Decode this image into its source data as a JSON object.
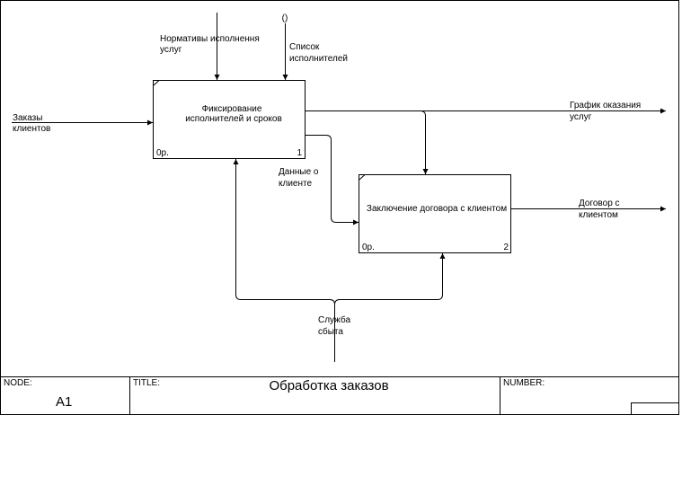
{
  "diagram": {
    "tunnel_marker": "()",
    "boxes": [
      {
        "id": "box-1",
        "line1": "Фиксирование",
        "line2": "исполнителей и сроков",
        "cost": "0р.",
        "number": "1"
      },
      {
        "id": "box-2",
        "line1": "Заключение договора с клиентом",
        "cost": "0р.",
        "number": "2"
      }
    ],
    "arrows": {
      "orders": {
        "line1": "Заказы",
        "line2": "клиентов"
      },
      "norms": {
        "line1": "Нормативы исполнення",
        "line2": "услуг"
      },
      "performers": {
        "line1": "Список",
        "line2": "исполнителей"
      },
      "schedule": {
        "line1": "График оказания",
        "line2": "услуг"
      },
      "client_data": {
        "line1": "Данные о",
        "line2": "клиенте"
      },
      "contract": {
        "line1": "Договор с",
        "line2": "клиентом"
      },
      "sales": {
        "line1": "Служба",
        "line2": "сбыта"
      }
    }
  },
  "footer": {
    "node_label": "NODE:",
    "node_value": "A1",
    "title_label": "TITLE:",
    "title_value": "Обработка  заказов",
    "number_label": "NUMBER:"
  }
}
